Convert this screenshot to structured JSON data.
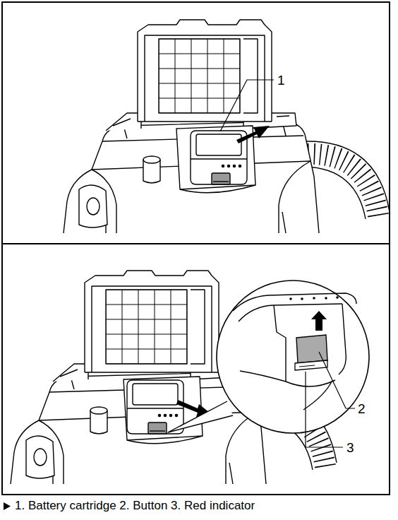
{
  "diagram": {
    "caption": "1. Battery cartridge 2. Button 3. Red indicator",
    "labels": [
      "1",
      "2",
      "3"
    ]
  }
}
